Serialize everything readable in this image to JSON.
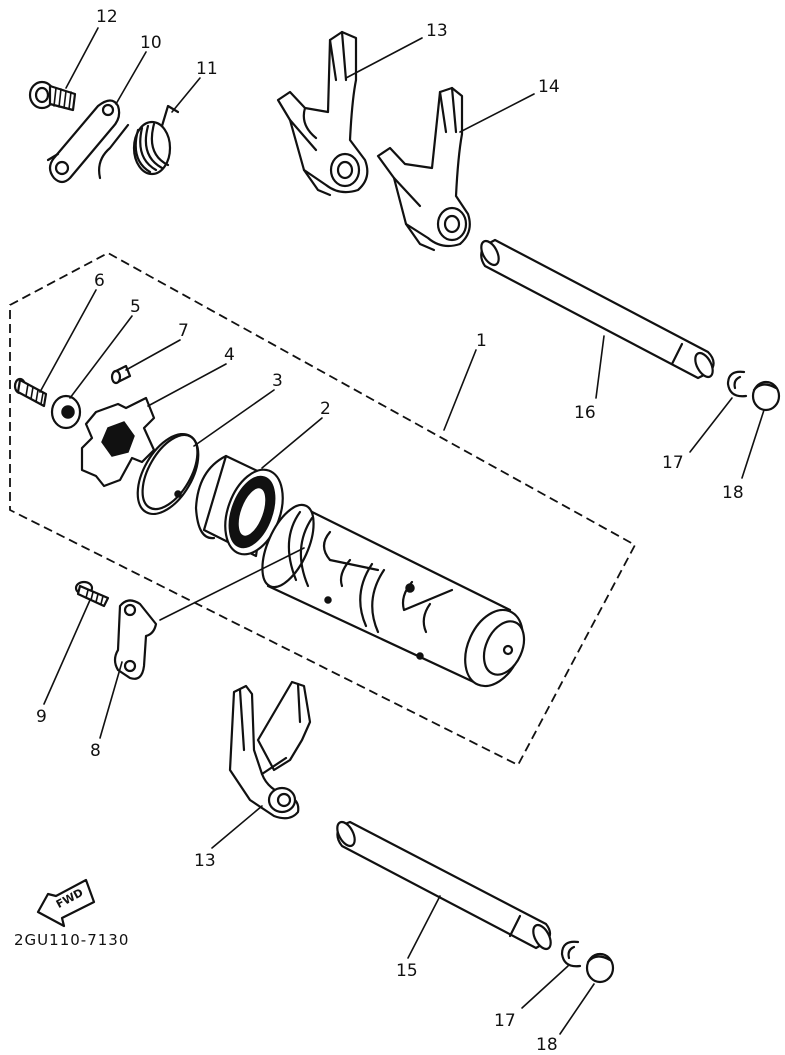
{
  "diagram_code": "2GU110-7130",
  "direction_arrow": {
    "label": "FWD",
    "icon": "fwd-arrow-icon"
  },
  "callouts": [
    {
      "id": "c12",
      "label": "12"
    },
    {
      "id": "c10",
      "label": "10"
    },
    {
      "id": "c11",
      "label": "11"
    },
    {
      "id": "c13a",
      "label": "13"
    },
    {
      "id": "c14",
      "label": "14"
    },
    {
      "id": "c6",
      "label": "6"
    },
    {
      "id": "c5",
      "label": "5"
    },
    {
      "id": "c7",
      "label": "7"
    },
    {
      "id": "c4",
      "label": "4"
    },
    {
      "id": "c3",
      "label": "3"
    },
    {
      "id": "c2",
      "label": "2"
    },
    {
      "id": "c1",
      "label": "1"
    },
    {
      "id": "c16",
      "label": "16"
    },
    {
      "id": "c17a",
      "label": "17"
    },
    {
      "id": "c18a",
      "label": "18"
    },
    {
      "id": "c9",
      "label": "9"
    },
    {
      "id": "c8",
      "label": "8"
    },
    {
      "id": "c13b",
      "label": "13"
    },
    {
      "id": "c15",
      "label": "15"
    },
    {
      "id": "c17b",
      "label": "17"
    },
    {
      "id": "c18b",
      "label": "18"
    }
  ]
}
